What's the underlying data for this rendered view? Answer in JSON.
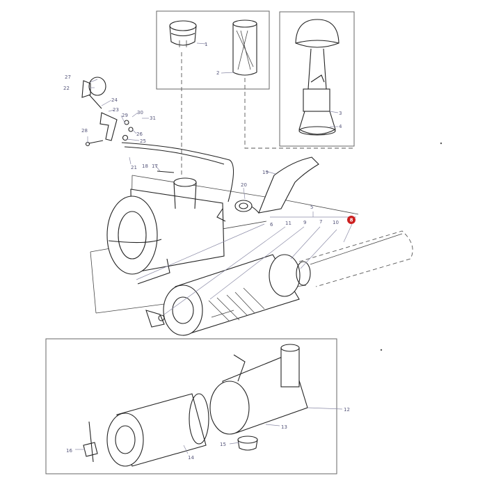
{
  "diagram": {
    "callouts": {
      "c1": "1",
      "c2": "2",
      "c3": "3",
      "c4": "4",
      "c5": "5",
      "c6": "6",
      "c7": "7",
      "c9": "9",
      "c10": "10",
      "c11": "11",
      "c12": "12",
      "c13": "13",
      "c14": "14",
      "c15": "15",
      "c16": "16",
      "c17": "17",
      "c18": "18",
      "c19": "19",
      "c20": "20",
      "c21": "21",
      "c22": "22",
      "c23": "23",
      "c24": "24",
      "c25": "25",
      "c26": "26",
      "c27": "27",
      "c28": "28",
      "c29": "29",
      "c30": "30",
      "c31": "31"
    },
    "highlight": {
      "label": "8",
      "color": "#cc1f1f"
    }
  }
}
